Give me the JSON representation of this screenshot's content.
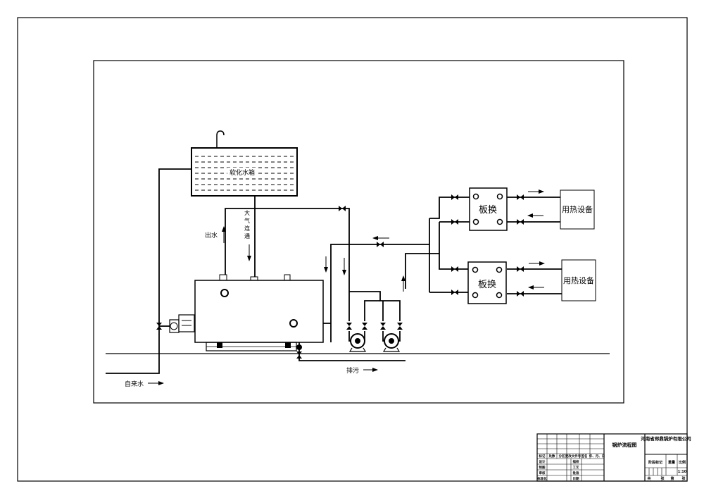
{
  "diagram": {
    "tank_label": "软化水箱",
    "vent_label": [
      "大",
      "气",
      "连",
      "通"
    ],
    "outlet_label": "出水",
    "inlet_label": "自来水",
    "drain_label": "排污",
    "heat_exchanger_label": "板换",
    "consumer_label": "用热设备"
  },
  "title_block": {
    "drawing_title": "锅炉流程图",
    "company": "河南省郑鼎锅炉有限公司",
    "header_cells": [
      "标记",
      "处数",
      "分区",
      "更改文件号",
      "签名",
      "年、月、日"
    ],
    "rows_left": [
      "设计",
      "制图",
      "审核",
      "标准化"
    ],
    "rows_mid": [
      "描校",
      "工艺",
      "批准",
      "日期"
    ],
    "right_headers": [
      "阶段标记",
      "重量",
      "比例"
    ],
    "scale": "1:10",
    "footer": [
      "共",
      "张",
      "第",
      "张"
    ]
  }
}
